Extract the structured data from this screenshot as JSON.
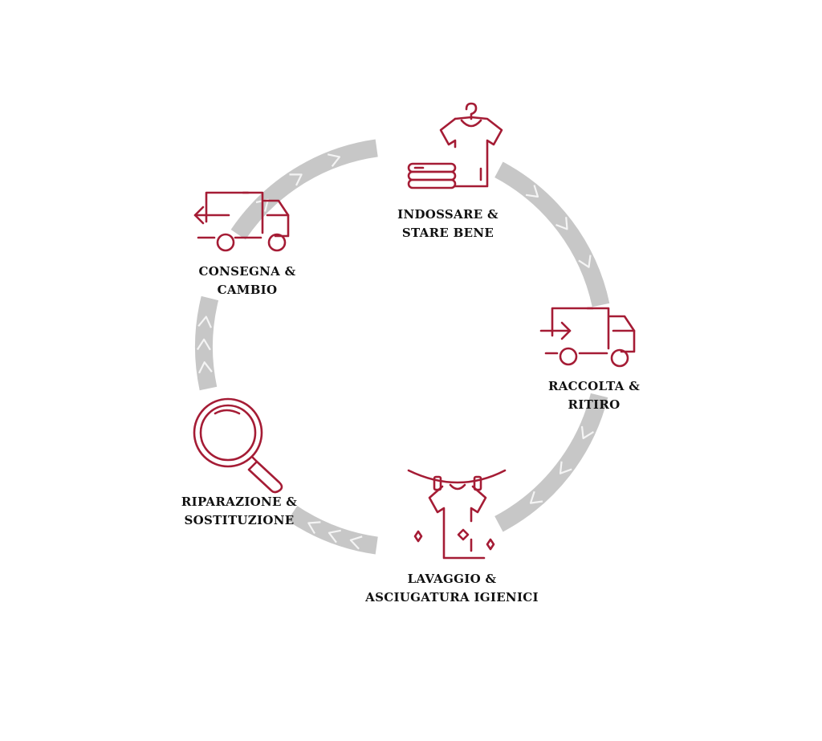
{
  "colors": {
    "icon": "#a51c35",
    "text": "#111111",
    "arrow_band_dark": "#9a9a9a",
    "arrow_band_light": "#ececec"
  },
  "steps": [
    {
      "icon": "shirt-folded-clothes-icon",
      "line1": "INDOSSARE &",
      "line2": "STARE BENE"
    },
    {
      "icon": "truck-incoming-icon",
      "line1": "RACCOLTA &",
      "line2": "RITIRO"
    },
    {
      "icon": "shirt-drying-icon",
      "line1": "LAVAGGIO &",
      "line2": "ASCIUGATURA IGIENICI"
    },
    {
      "icon": "magnifier-icon",
      "line1": "RIPARAZIONE &",
      "line2": "SOSTITUZIONE"
    },
    {
      "icon": "truck-outgoing-icon",
      "line1": "CONSEGNA &",
      "line2": "CAMBIO"
    }
  ]
}
